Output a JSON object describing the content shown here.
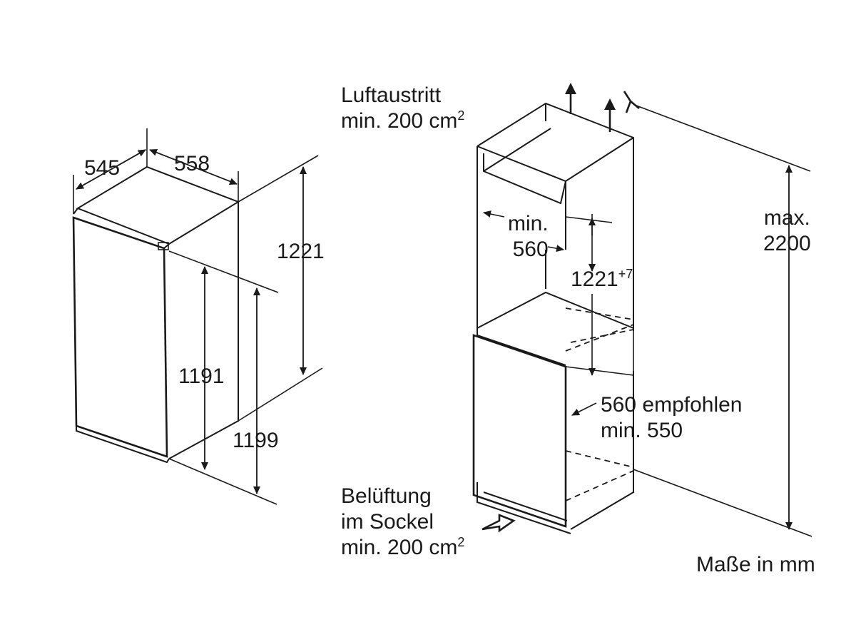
{
  "left_unit": {
    "dim_depth": "545",
    "dim_width": "558",
    "dim_height_total": "1221",
    "dim_height_door": "1191",
    "dim_height_overall": "1199"
  },
  "right_niche": {
    "air_outlet_line1": "Luftaustritt",
    "air_outlet_line2": "min. 200 cm",
    "air_outlet_sup": "2",
    "niche_width_line1": "min.",
    "niche_width_line2": "560",
    "niche_height": "1221",
    "niche_height_tolerance": "+7",
    "niche_depth_line1": "560 empfohlen",
    "niche_depth_line2": "min. 550",
    "max_height_line1": "max.",
    "max_height_line2": "2200",
    "plinth_vent_line1": "Belüftung",
    "plinth_vent_line2": "im Sockel",
    "plinth_vent_line3": "min. 200 cm",
    "plinth_vent_sup": "2"
  },
  "units_note": "Maße in mm"
}
